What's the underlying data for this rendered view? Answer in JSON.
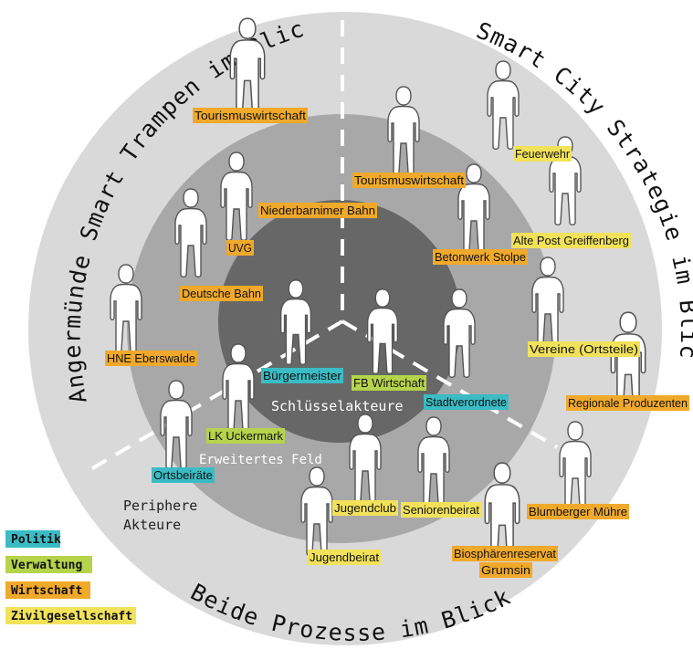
{
  "colors": {
    "politik": "#3bbcc4",
    "verwaltung": "#b5d34b",
    "wirtschaft": "#f0a92a",
    "zivilgesellschaft": "#f2e25a",
    "outer_ring": "#d9d9d9",
    "middle_ring": "#a8a8a8",
    "inner_circle": "#676767",
    "figure": "#ffffff",
    "divider": "#ffffff"
  },
  "arc_titles": {
    "left": "Angermünde Smart Trampen im Blick",
    "right": "Smart City Strategie im Blick",
    "bottom": "Beide Prozesse im Blick"
  },
  "zones": {
    "inner": "Schlüsselakteure",
    "middle": "Erweitertes Feld",
    "outer_line1": "Periphere",
    "outer_line2": "Akteure"
  },
  "legend": [
    {
      "label": "Politik",
      "color": "#3bbcc4"
    },
    {
      "label": "Verwaltung",
      "color": "#b5d34b"
    },
    {
      "label": "Wirtschaft",
      "color": "#f0a92a"
    },
    {
      "label": "Zivilgesellschaft",
      "color": "#f2e25a"
    }
  ],
  "actors": [
    {
      "label": "Tourismuswirtschaft",
      "category": "wirtschaft"
    },
    {
      "label": "Niederbarnimer Bahn",
      "category": "wirtschaft"
    },
    {
      "label": "UVG",
      "category": "wirtschaft"
    },
    {
      "label": "Deutsche Bahn",
      "category": "wirtschaft"
    },
    {
      "label": "HNE Eberswalde",
      "category": "wirtschaft"
    },
    {
      "label": "Bürgermeister",
      "category": "politik"
    },
    {
      "label": "LK Uckermark",
      "category": "verwaltung"
    },
    {
      "label": "Ortsbeiräte",
      "category": "politik"
    },
    {
      "label": "Tourismuswirtschaft",
      "category": "wirtschaft"
    },
    {
      "label": "Feuerwehr",
      "category": "zivilgesellschaft"
    },
    {
      "label": "Betonwerk Stolpe",
      "category": "wirtschaft"
    },
    {
      "label": "Alte Post Greiffenberg",
      "category": "zivilgesellschaft"
    },
    {
      "label": "Vereine (Ortsteile)",
      "category": "zivilgesellschaft"
    },
    {
      "label": "Regionale Produzenten",
      "category": "wirtschaft"
    },
    {
      "label": "FB Wirtschaft",
      "category": "verwaltung"
    },
    {
      "label": "Stadtverordnete",
      "category": "politik"
    },
    {
      "label": "Blumberger Mühre",
      "category": "wirtschaft"
    },
    {
      "label": "Seniorenbeirat",
      "category": "zivilgesellschaft"
    },
    {
      "label": "Jugendclub",
      "category": "zivilgesellschaft"
    },
    {
      "label": "Jugendbeirat",
      "category": "zivilgesellschaft"
    },
    {
      "label": "Biosphärenreservat",
      "category": "wirtschaft",
      "label2": "Grumsin"
    }
  ]
}
